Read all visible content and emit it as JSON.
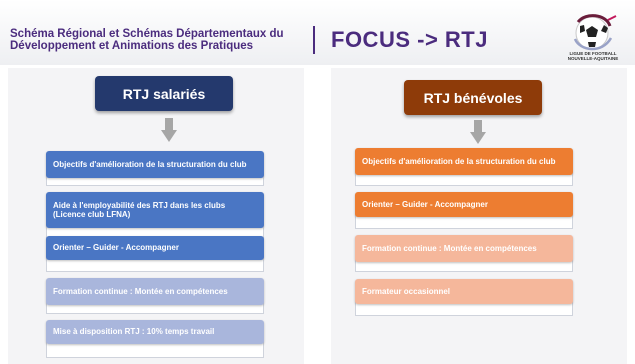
{
  "header": {
    "subtitle_line1": "Schéma Régional et Schémas Départementaux du",
    "subtitle_line2": "Développement et Animations des Pratiques",
    "title": "FOCUS -> RTJ",
    "logo_text_line1": "LIGUE DE FOOTBALL",
    "logo_text_line2": "NOUVELLE-AQUITAINE"
  },
  "left_column": {
    "heading": "RTJ salariés",
    "items": [
      "Objectifs d'amélioration de la structuration du club",
      "Aide à l'employabilité des RTJ dans les clubs (Licence club LFNA)",
      "Orienter – Guider - Accompagner",
      "Formation continue : Montée en compétences",
      "Mise à disposition RTJ : 10% temps travail"
    ]
  },
  "right_column": {
    "heading": "RTJ bénévoles",
    "items": [
      "Objectifs d'amélioration de la structuration du club",
      "Orienter – Guider - Accompagner",
      "Formation continue : Montée en compétences",
      "Formateur occasionnel"
    ]
  },
  "colors": {
    "brand_purple": "#4b2c7e",
    "navy": "#24396d",
    "brown": "#8e3b09",
    "blue": "#4a76c4",
    "light_blue": "#a9b6dc",
    "orange": "#ed7d31",
    "light_orange": "#f5b79b"
  }
}
